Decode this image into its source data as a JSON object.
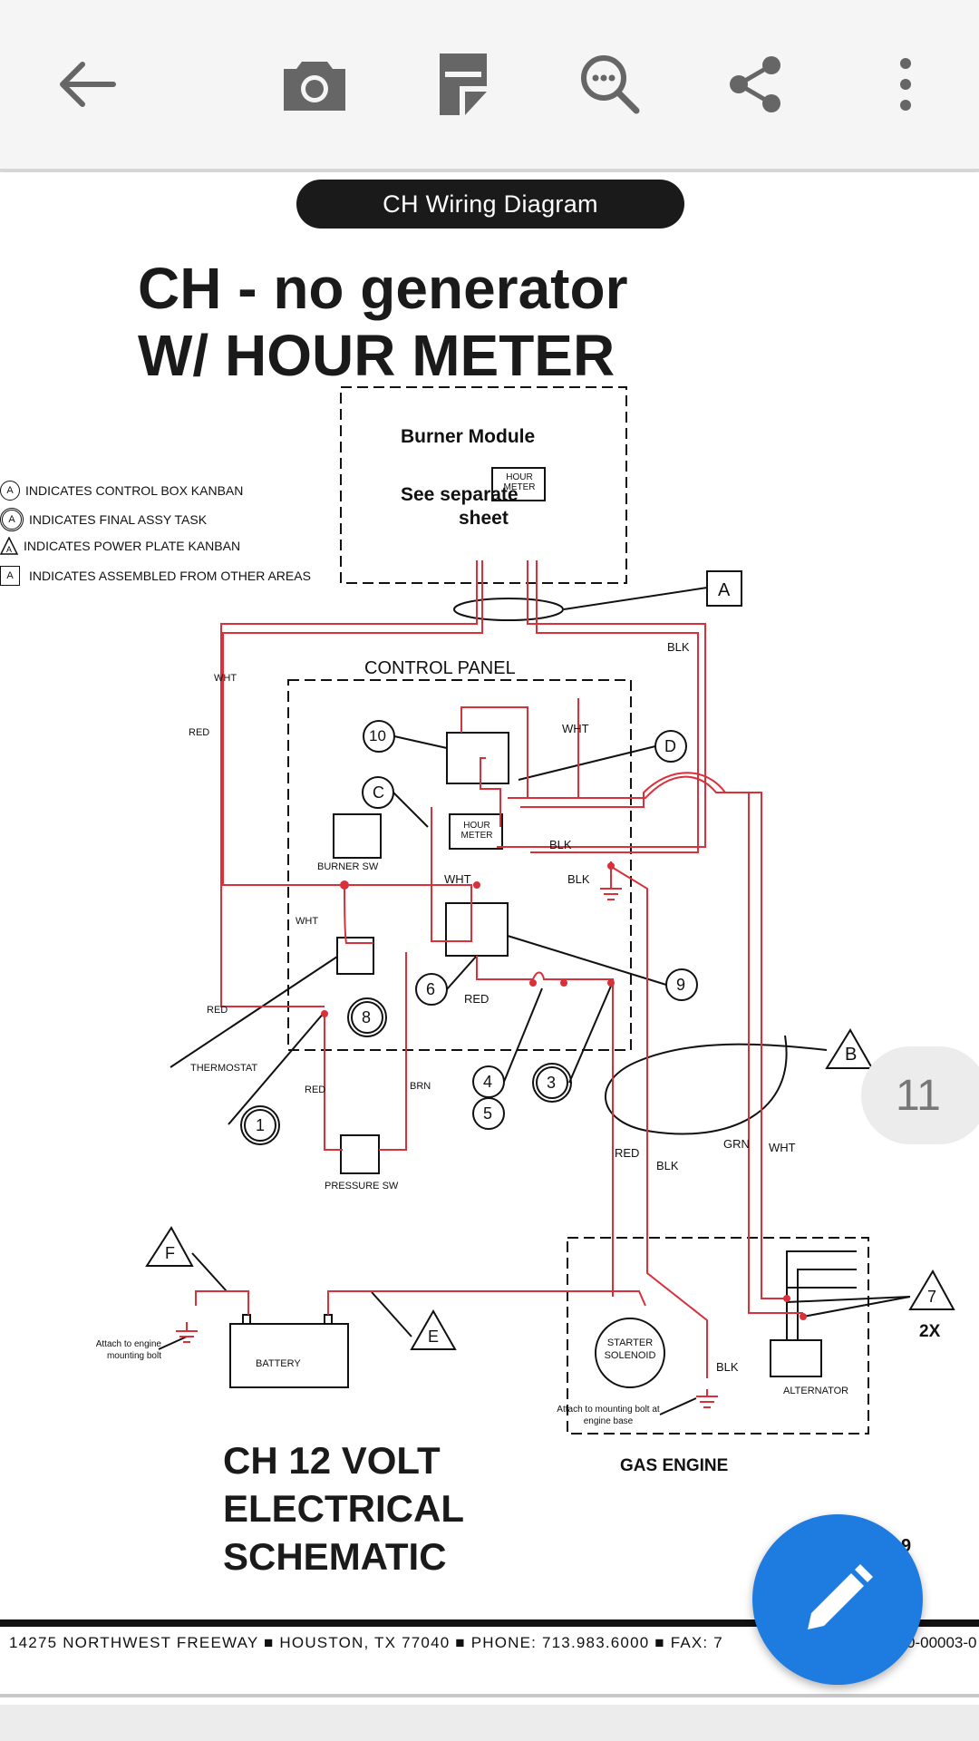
{
  "toolbar": {
    "back_icon": "arrow-left-icon",
    "camera_icon": "camera-icon",
    "document_icon": "document-icon",
    "search_icon": "search-icon",
    "share_icon": "share-icon",
    "more_icon": "more-vertical-icon"
  },
  "document": {
    "pill_title": "CH Wiring Diagram",
    "title_line1": "CH - no generator",
    "title_line2": "W/ HOUR METER",
    "legend": [
      {
        "mark": "A",
        "text": "INDICATES CONTROL BOX KANBAN"
      },
      {
        "mark": "A",
        "text": "INDICATES FINAL ASSY TASK"
      },
      {
        "mark": "A",
        "text": "INDICATES POWER PLATE KANBAN"
      },
      {
        "mark": "A",
        "text": "INDICATES ASSEMBLED FROM OTHER AREAS"
      }
    ],
    "burner_module": "Burner Module",
    "see_separate": "See separate",
    "sheet": "sheet",
    "hour_meter": "HOUR METER",
    "control_panel": "CONTROL PANEL",
    "burner_sw": "BURNER SW",
    "thermostat": "THERMOSTAT",
    "pressure_sw": "PRESSURE SW",
    "battery": "BATTERY",
    "starter_solenoid": "STARTER SOLENOID",
    "alternator": "ALTERNATOR",
    "gas_engine": "GAS ENGINE",
    "attach_engine": "Attach to engine mounting bolt",
    "attach_base": "Attach to mounting bolt at engine base",
    "wire_labels": {
      "wht": "WHT",
      "red": "RED",
      "blk": "BLK",
      "brn": "BRN",
      "grn": "GRN"
    },
    "two_x": "2X",
    "page_digit": "9",
    "schematic_line1": "CH 12 VOLT",
    "schematic_line2": "ELECTRICAL",
    "schematic_line3": "SCHEMATIC",
    "footer": "14275 NORTHWEST FREEWAY  ■  HOUSTON, TX  77040  ■  PHONE: 713.983.6000  ■  FAX: 7",
    "footer_right": "0-00003-0"
  },
  "page_indicator": "11",
  "fab": {
    "icon": "pencil-icon",
    "color": "#1e7be0"
  },
  "colors": {
    "wire_red": "#d9303a",
    "toolbar_bg": "#f5f5f5",
    "fab_blue": "#1e7be0"
  }
}
